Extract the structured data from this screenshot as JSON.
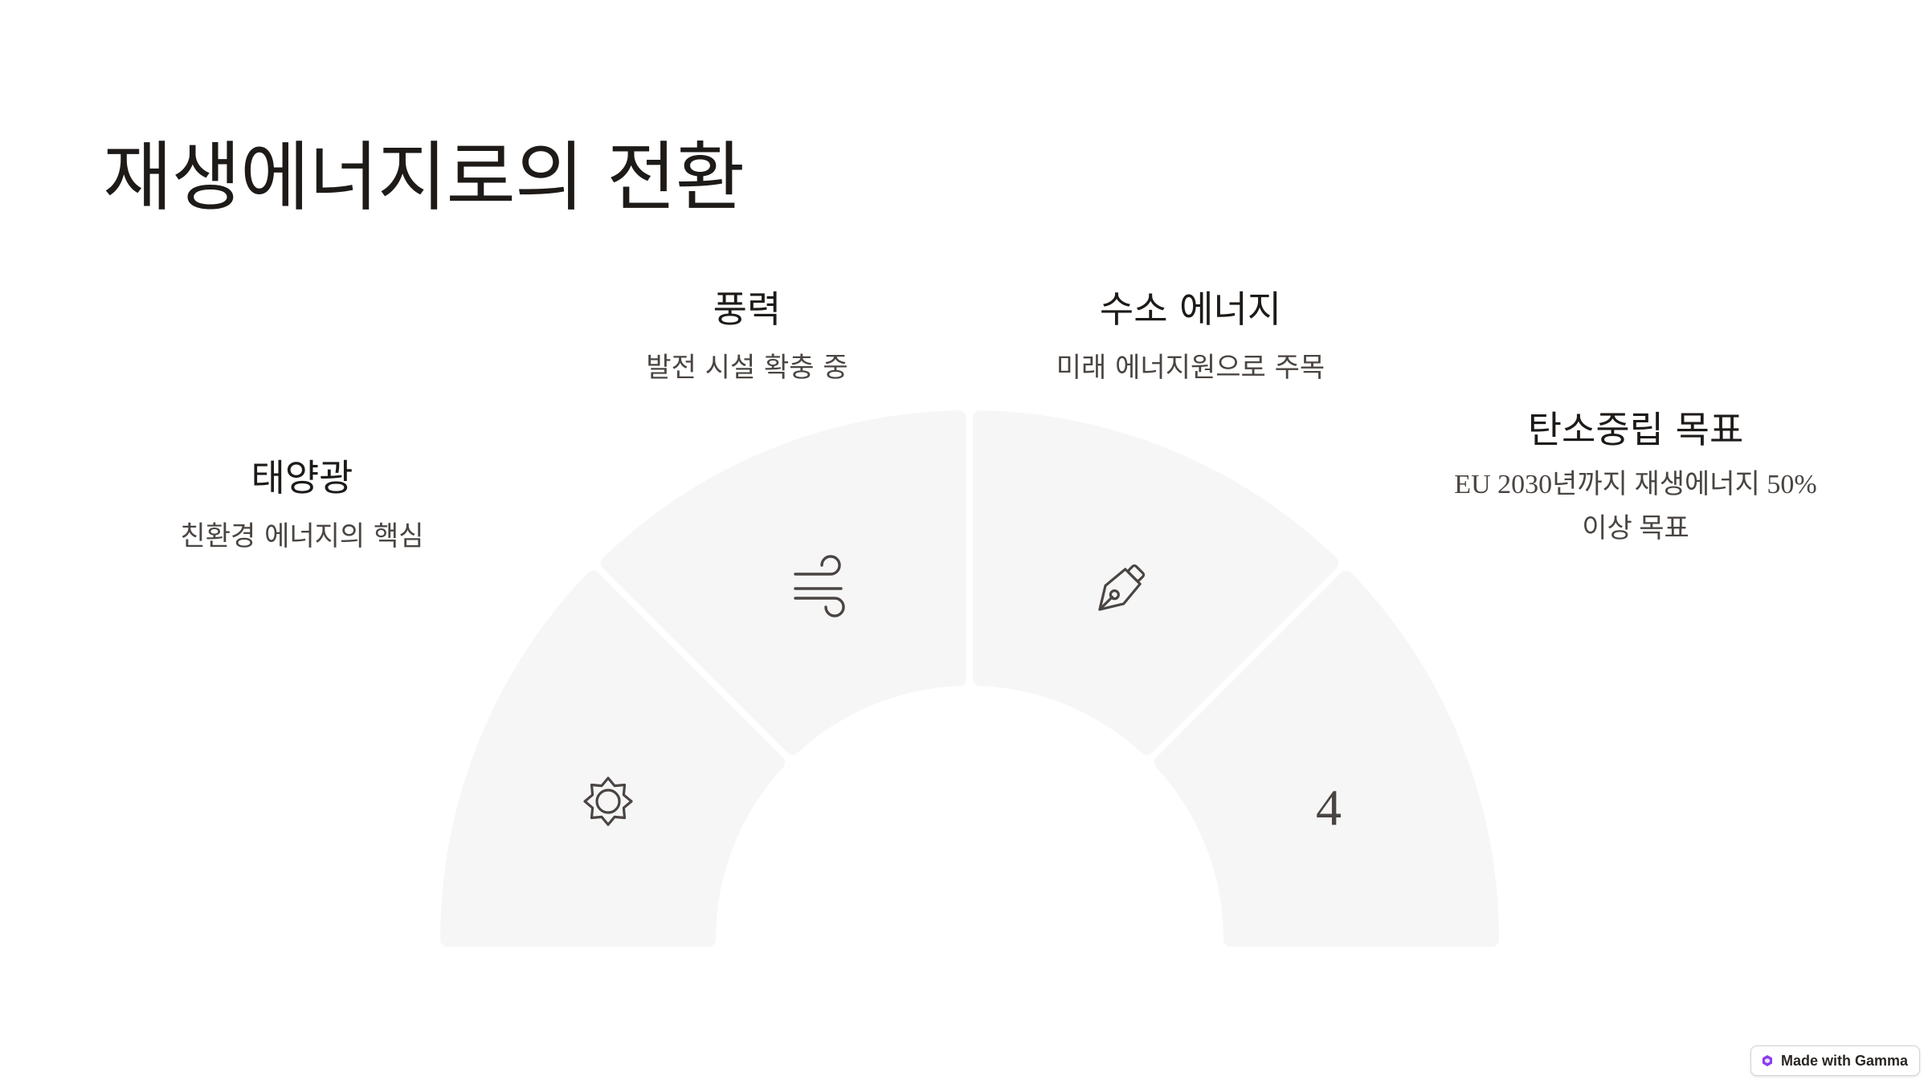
{
  "slide": {
    "title": "재생에너지로의 전환"
  },
  "stages": [
    {
      "heading": "태양광",
      "description": "친환경 에너지의 핵심",
      "icon": "sun-icon",
      "marker": ""
    },
    {
      "heading": "풍력",
      "description": "발전 시설 확충 중",
      "icon": "wind-icon",
      "marker": ""
    },
    {
      "heading": "수소 에너지",
      "description": "미래 에너지원으로 주목",
      "icon": "pen-nib-icon",
      "marker": ""
    },
    {
      "heading": "탄소중립 목표",
      "description": "EU 2030년까지 재생에너지 50% 이상 목표",
      "description_line1": "EU 2030년까지 재생에너지 50%",
      "description_line2": "이상 목표",
      "icon": "",
      "marker": "4"
    }
  ],
  "colors": {
    "segment_fill": "#f7f6f6",
    "icon_stroke": "#4a4542",
    "title": "#1d1a18",
    "description": "#4a4542",
    "badge_logo": "#8b3cf0"
  },
  "badge": {
    "label": "Made with Gamma"
  }
}
